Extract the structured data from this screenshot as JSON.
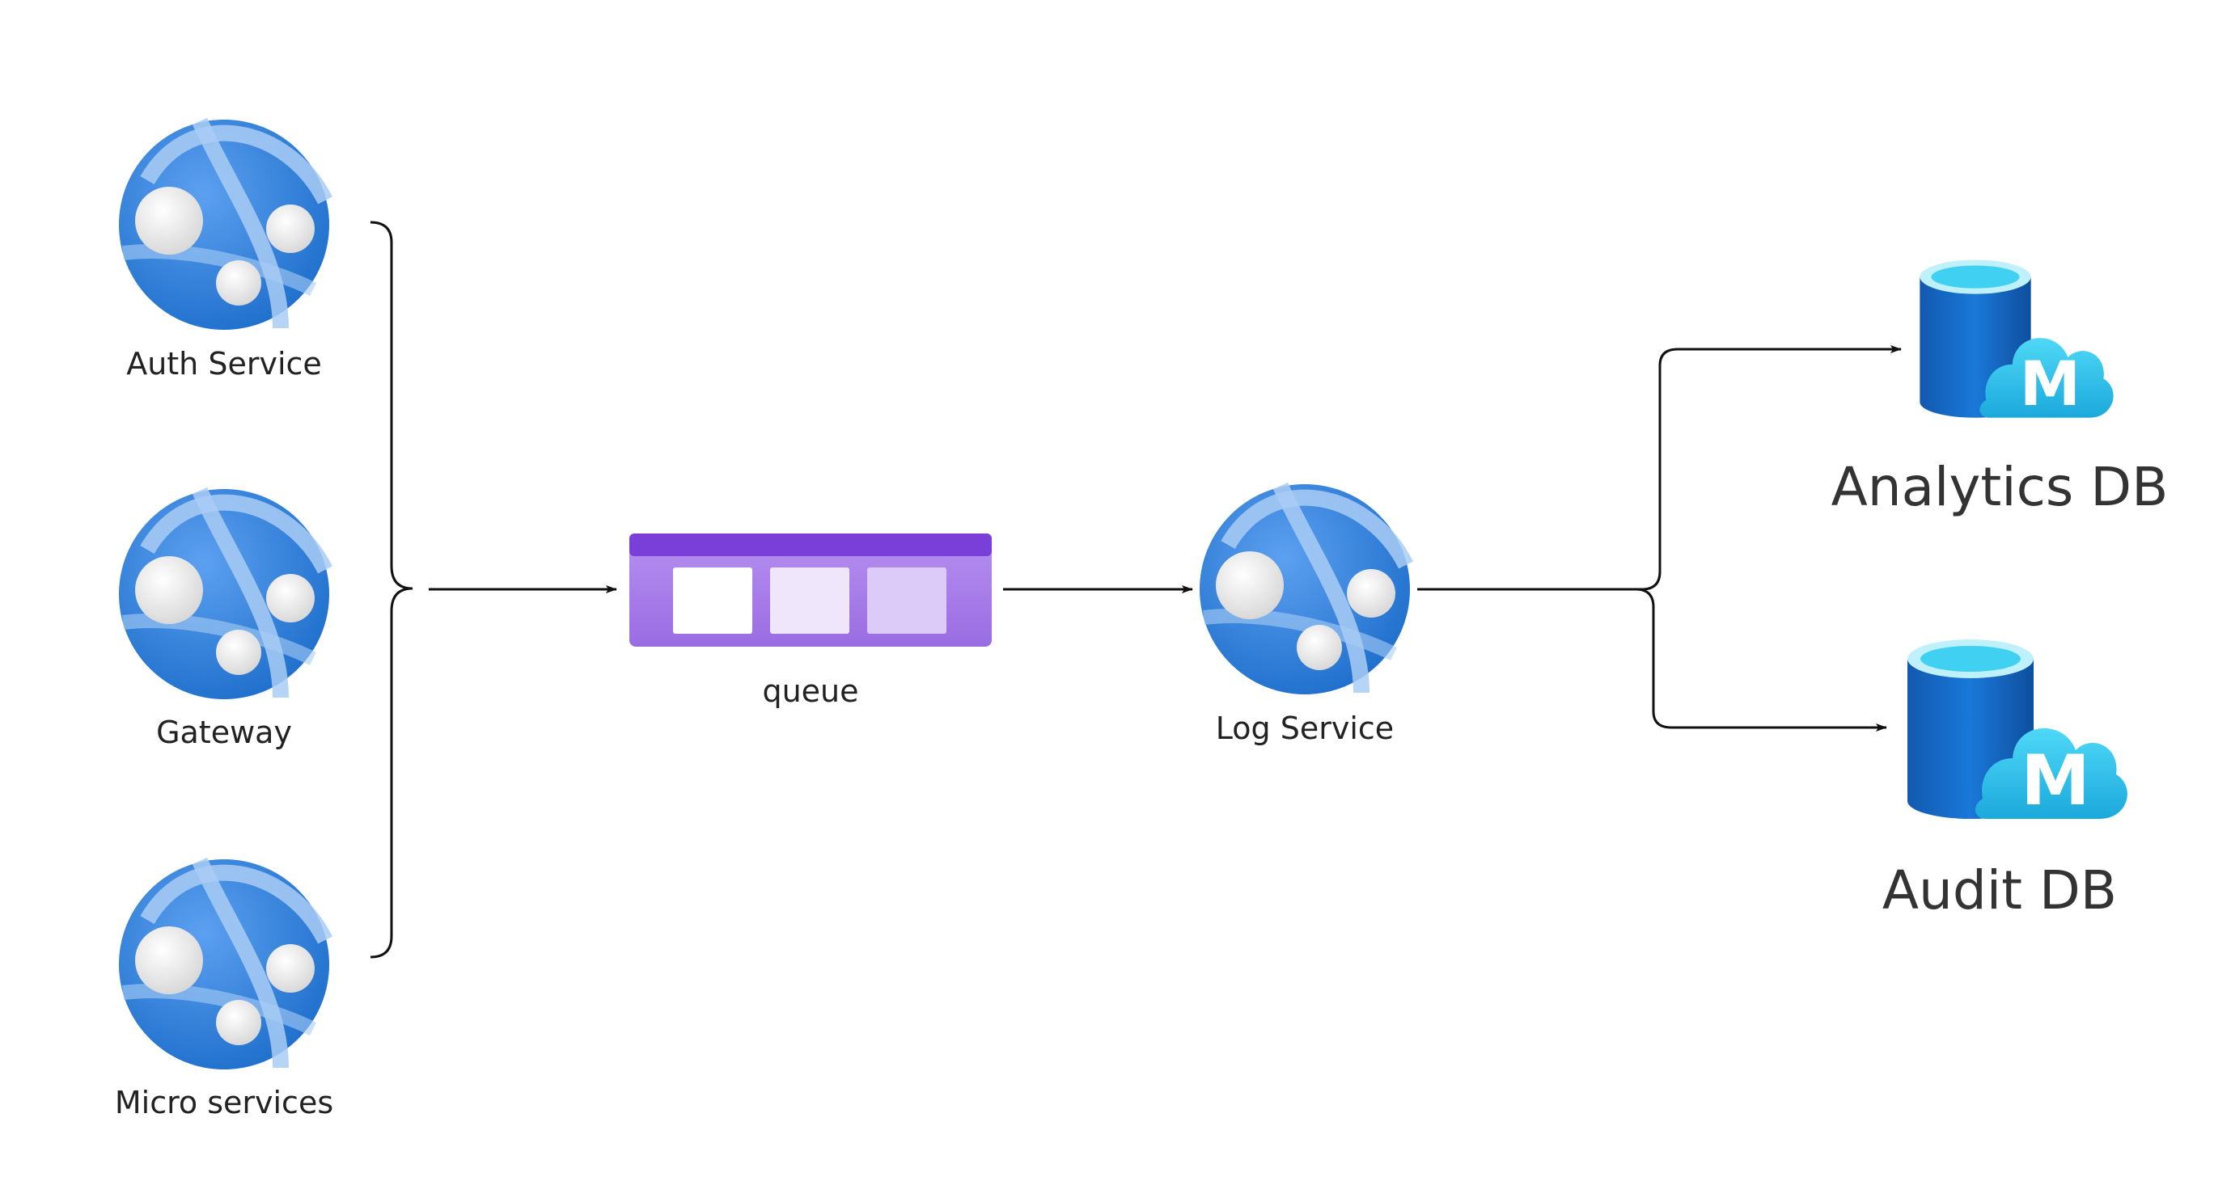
{
  "diagram": {
    "sources": [
      {
        "label": "Auth Service",
        "icon": "app-service-icon"
      },
      {
        "label": "Gateway",
        "icon": "app-service-icon"
      },
      {
        "label": "Micro services",
        "icon": "app-service-icon"
      }
    ],
    "queue": {
      "label": "queue",
      "icon": "queue-icon"
    },
    "log_service": {
      "label": "Log Service",
      "icon": "app-service-icon"
    },
    "databases": [
      {
        "label": "Analytics DB",
        "icon": "mariadb-cloud-icon",
        "badge": "M"
      },
      {
        "label": "Audit DB",
        "icon": "mariadb-cloud-icon",
        "badge": "M"
      }
    ],
    "colors": {
      "app_service_blue": "#1E6FCC",
      "app_service_light": "#5CA0F0",
      "queue_purple": "#7B3FD9",
      "queue_body": "#A77BEA",
      "db_blue": "#0E63C2",
      "db_top": "#3FD0F2",
      "cloud_cyan": "#2EC6EE"
    },
    "edges": [
      {
        "from": "Auth Service / Gateway / Micro services",
        "to": "queue"
      },
      {
        "from": "queue",
        "to": "Log Service"
      },
      {
        "from": "Log Service",
        "to": "Analytics DB"
      },
      {
        "from": "Log Service",
        "to": "Audit DB"
      }
    ]
  }
}
